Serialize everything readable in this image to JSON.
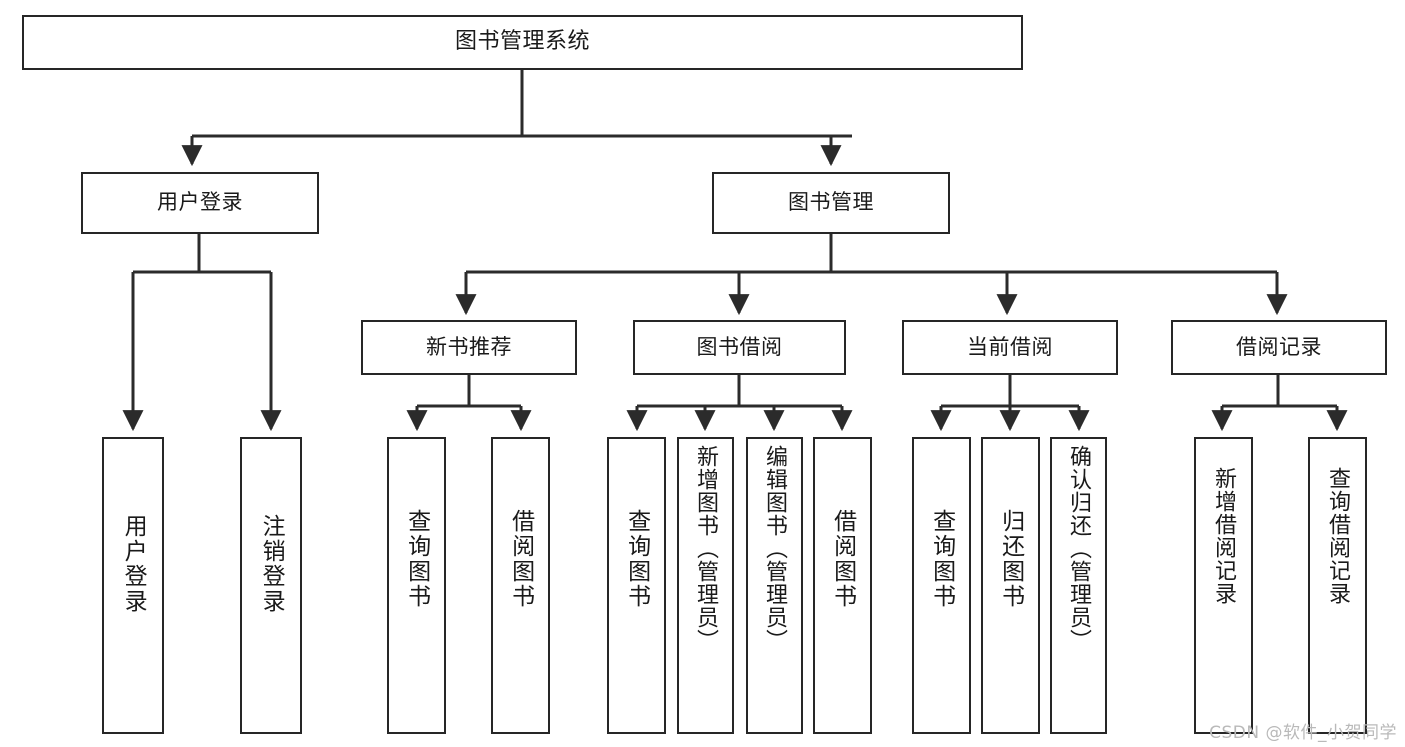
{
  "diagram": {
    "title": "图书管理系统",
    "type": "tree-hierarchy-chart",
    "colors": {
      "box_border": "#262626",
      "box_fill": "#ffffff",
      "connector": "#333333",
      "text": "#1a1a1a",
      "watermark": "#b9b9b9",
      "background": "#ffffff"
    },
    "watermark": "CSDN @软件_小贺同学"
  },
  "nodes": {
    "root": {
      "label": "图书管理系统"
    },
    "level1": [
      {
        "id": "user-login",
        "label": "用户登录"
      },
      {
        "id": "book-management",
        "label": "图书管理"
      }
    ],
    "level2": [
      {
        "id": "new-book-recommend",
        "label": "新书推荐"
      },
      {
        "id": "book-borrow",
        "label": "图书借阅"
      },
      {
        "id": "current-borrow",
        "label": "当前借阅"
      },
      {
        "id": "borrow-record",
        "label": "借阅记录"
      }
    ],
    "leaves": [
      {
        "id": "leaf-user-login",
        "label": "用户登录",
        "parent": "user-login"
      },
      {
        "id": "leaf-logout-login",
        "label": "注销登录",
        "parent": "user-login"
      },
      {
        "id": "leaf-query-book-1",
        "label": "查询图书",
        "parent": "new-book-recommend"
      },
      {
        "id": "leaf-borrow-book-1",
        "label": "借阅图书",
        "parent": "new-book-recommend"
      },
      {
        "id": "leaf-query-book-2",
        "label": "查询图书",
        "parent": "book-borrow"
      },
      {
        "id": "leaf-add-book-admin",
        "label": "新增图书（管理员）",
        "parent": "book-borrow"
      },
      {
        "id": "leaf-edit-book-admin",
        "label": "编辑图书（管理员）",
        "parent": "book-borrow"
      },
      {
        "id": "leaf-borrow-book-2",
        "label": "借阅图书",
        "parent": "book-borrow"
      },
      {
        "id": "leaf-query-book-3",
        "label": "查询图书",
        "parent": "current-borrow"
      },
      {
        "id": "leaf-return-book",
        "label": "归还图书",
        "parent": "current-borrow"
      },
      {
        "id": "leaf-confirm-return-admin",
        "label": "确认归还（管理员）",
        "parent": "current-borrow"
      },
      {
        "id": "leaf-add-borrow-record",
        "label": "新增借阅记录",
        "parent": "borrow-record"
      },
      {
        "id": "leaf-query-borrow-record",
        "label": "查询借阅记录",
        "parent": "borrow-record"
      }
    ]
  }
}
